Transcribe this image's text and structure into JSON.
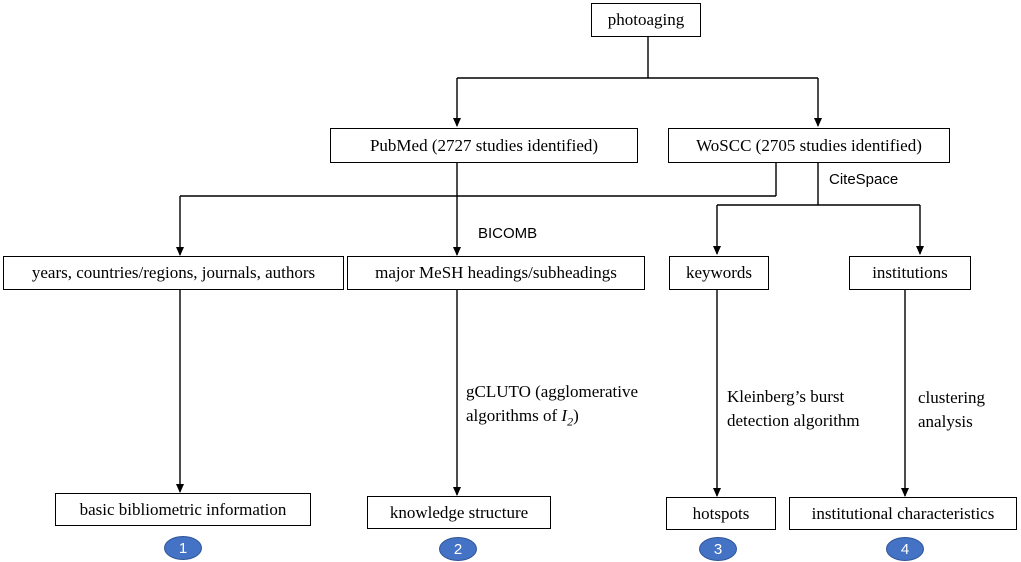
{
  "root": {
    "label": "photoaging"
  },
  "sources": {
    "pubmed": "PubMed (2727 studies identified)",
    "woscc": "WoSCC (2705 studies identified)"
  },
  "tools": {
    "bicomb": "BICOMB",
    "citespace": "CiteSpace",
    "gcluto_line1": "gCLUTO (agglomerative",
    "gcluto_line2_prefix": "algorithms of ",
    "gcluto_var": "I",
    "gcluto_sub": "2",
    "gcluto_line2_suffix": ")",
    "kleinberg_line1": "Kleinberg’s burst",
    "kleinberg_line2": "detection algorithm",
    "clustering_line1": "clustering",
    "clustering_line2": "analysis"
  },
  "analyses": {
    "basic": "years, countries/regions, journals, authors",
    "mesh": "major MeSH headings/subheadings",
    "keywords": "keywords",
    "institutions": "institutions"
  },
  "outputs": {
    "basic": "basic bibliometric information",
    "knowledge": "knowledge structure",
    "hotspots": "hotspots",
    "institutional": "institutional characteristics"
  },
  "badges": [
    "1",
    "2",
    "3",
    "4"
  ],
  "colors": {
    "badge": "#4472c4",
    "line": "#000000"
  }
}
